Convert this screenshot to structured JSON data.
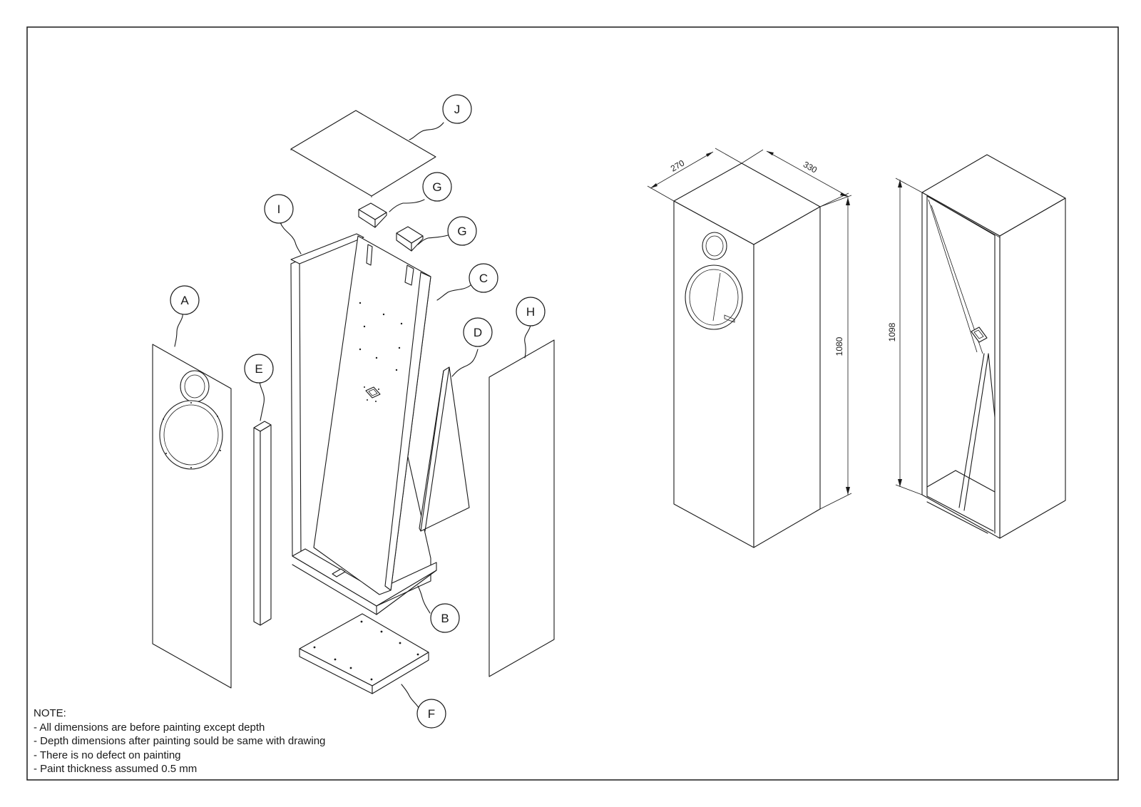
{
  "callouts": {
    "A": "A",
    "B": "B",
    "C": "C",
    "D": "D",
    "E": "E",
    "F": "F",
    "G1": "G",
    "G2": "G",
    "H": "H",
    "I": "I",
    "J": "J"
  },
  "dimensions": {
    "width": "270",
    "depth": "330",
    "height": "1080",
    "overall_height": "1098"
  },
  "notes": {
    "heading": "NOTE:",
    "lines": [
      "- All dimensions are before painting except depth",
      "- Depth dimensions after painting sould be same with drawing",
      "- There is no defect on painting",
      "- Paint thickness assumed 0.5 mm"
    ]
  }
}
